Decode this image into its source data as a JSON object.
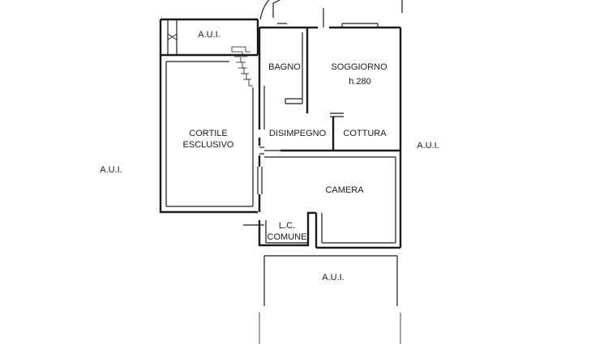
{
  "labels": {
    "aui_top": "A.U.I.",
    "bagno": "BAGNO",
    "soggiorno": "SOGGIORNO",
    "height": "h.280",
    "cortile_line1": "CORTILE",
    "cortile_line2": "ESCLUSIVO",
    "disimpegno": "DISIMPEGNO",
    "cottura": "COTTURA",
    "aui_left": "A.U.I.",
    "aui_right": "A.U.I.",
    "camera": "CAMERA",
    "lc_line1": "L.C.",
    "lc_line2": "COMUNE",
    "aui_bottom": "A.U.I."
  }
}
